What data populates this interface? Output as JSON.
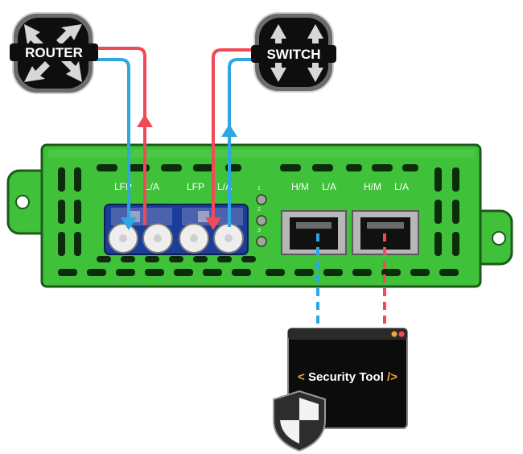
{
  "router": {
    "label": "ROUTER"
  },
  "switch": {
    "label": "SWITCH"
  },
  "tap": {
    "labels": [
      "LFP",
      "L/A",
      "LFP",
      "L/A",
      "H/M",
      "L/A",
      "H/M",
      "L/A"
    ],
    "leds": [
      "1",
      "2",
      "3"
    ]
  },
  "tool": {
    "open_bracket": "<",
    "name": "Security Tool",
    "close_bracket": "/>"
  },
  "colors": {
    "device_green": "#3fc13a",
    "device_outline": "#1d5a1c",
    "fiber_port_blue": "#1a3d9a",
    "link_red": "#ee4b57",
    "link_blue": "#2ea6e3",
    "tool_window": "#0c0c0c",
    "tool_text_bracket": "#f2a23a",
    "badge_gray": "#2d2d2d"
  }
}
